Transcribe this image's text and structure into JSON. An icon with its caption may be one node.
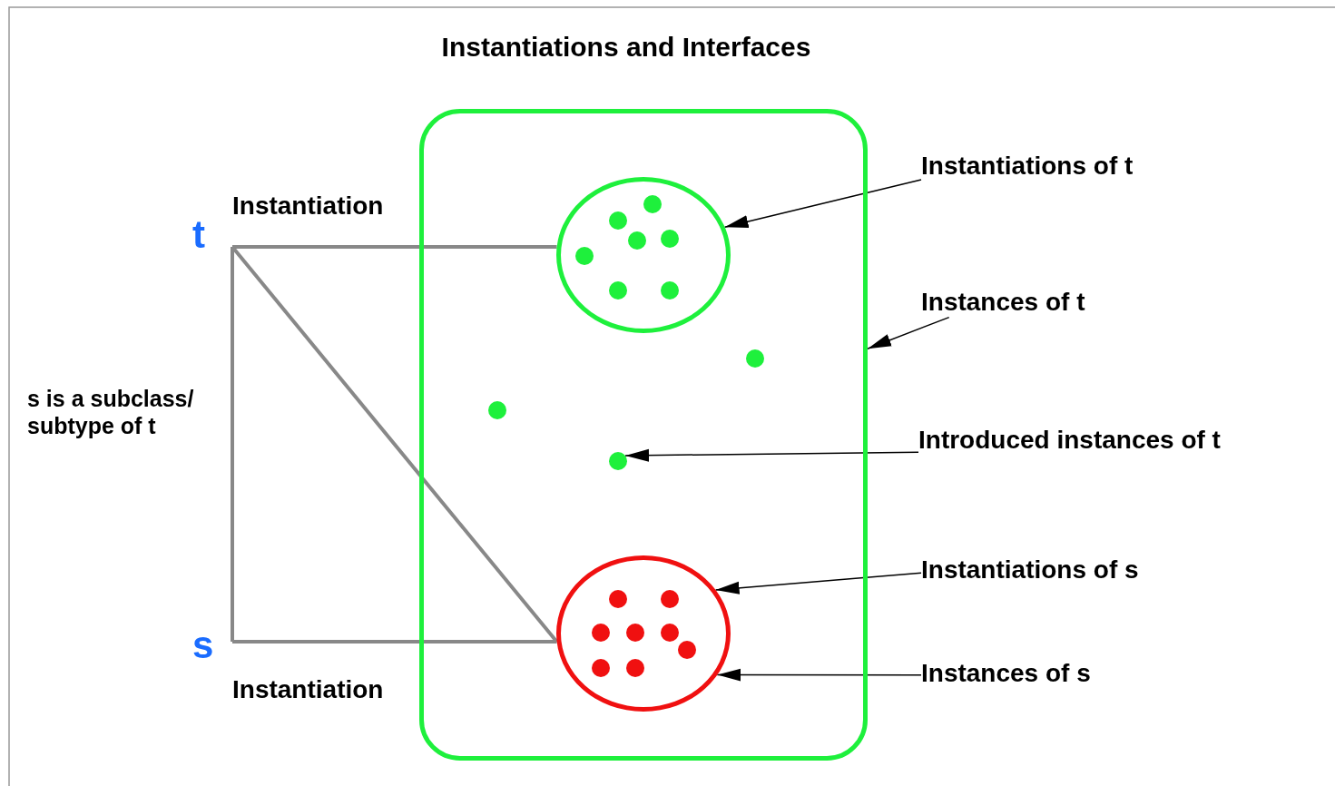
{
  "diagram": {
    "title": "Instantiations and Interfaces",
    "nodes": [
      {
        "text": [
          "t"
        ]
      },
      {
        "text": [
          "s"
        ]
      },
      {
        "text": [],
        "shape": "box"
      },
      {
        "text": [],
        "shape": "circle",
        "in": 2
      },
      {
        "text": [],
        "shape": "circle",
        "in": 2
      },
      {
        "text": [],
        "shape": "circle",
        "in": 2
      },
      {
        "text": [
          "Instantiations of t"
        ]
      },
      {
        "text": [
          "Instances of t"
        ]
      },
      {
        "text": [
          "Introduced instances of t"
        ]
      },
      {
        "text": [
          "Instantiations of s"
        ]
      },
      {
        "text": [
          "Instances of s"
        ]
      }
    ],
    "edges": [
      {
        "from": 0,
        "to": 3,
        "arrow": "none",
        "label": "Instantiation",
        "style": "thick",
        "color": "#888888"
      },
      {
        "from": 0,
        "to": 4,
        "arrow": "none",
        "style": "thick",
        "color": "#888888"
      },
      {
        "from": 0,
        "to": 1,
        "arrow": "none",
        "label": "s is a subclass/ subtype of t",
        "style": "thick",
        "color": "#888888"
      },
      {
        "from": 1,
        "to": 4,
        "arrow": "none",
        "label": "Instantiation",
        "style": "thick",
        "color": "#888888"
      },
      {
        "from": 6,
        "to": 3,
        "arrow": "to"
      },
      {
        "from": 7,
        "to": 2,
        "arrow": "to"
      },
      {
        "from": 8,
        "to": 5,
        "arrow": "to"
      },
      {
        "from": 9,
        "to": 4,
        "arrow": "to"
      },
      {
        "from": 10,
        "to": 4,
        "arrow": "to"
      }
    ]
  }
}
